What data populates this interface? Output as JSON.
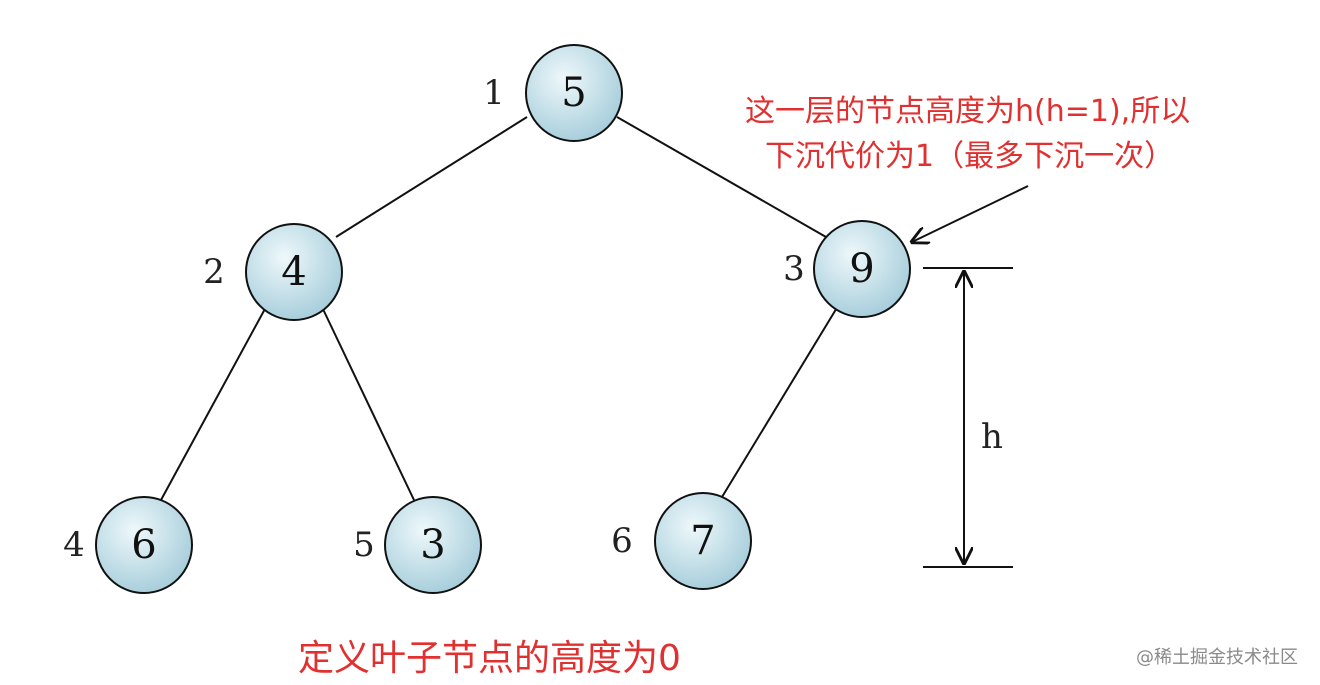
{
  "nodes": [
    {
      "index": "1",
      "value": "5"
    },
    {
      "index": "2",
      "value": "4"
    },
    {
      "index": "3",
      "value": "9"
    },
    {
      "index": "4",
      "value": "6"
    },
    {
      "index": "5",
      "value": "3"
    },
    {
      "index": "6",
      "value": "7"
    }
  ],
  "annotation": {
    "line1": "这一层的节点高度为h(h=1),所以",
    "line2": "下沉代价为1（最多下沉一次）"
  },
  "height_label": "h",
  "leaf_note": "定义叶子节点的高度为0",
  "watermark": "@稀土掘金技术社区",
  "colors": {
    "node_fill_light": "#e6f4f8",
    "node_fill_dark": "#a9cfdc",
    "node_stroke": "#222222",
    "note_text": "#e03030"
  }
}
